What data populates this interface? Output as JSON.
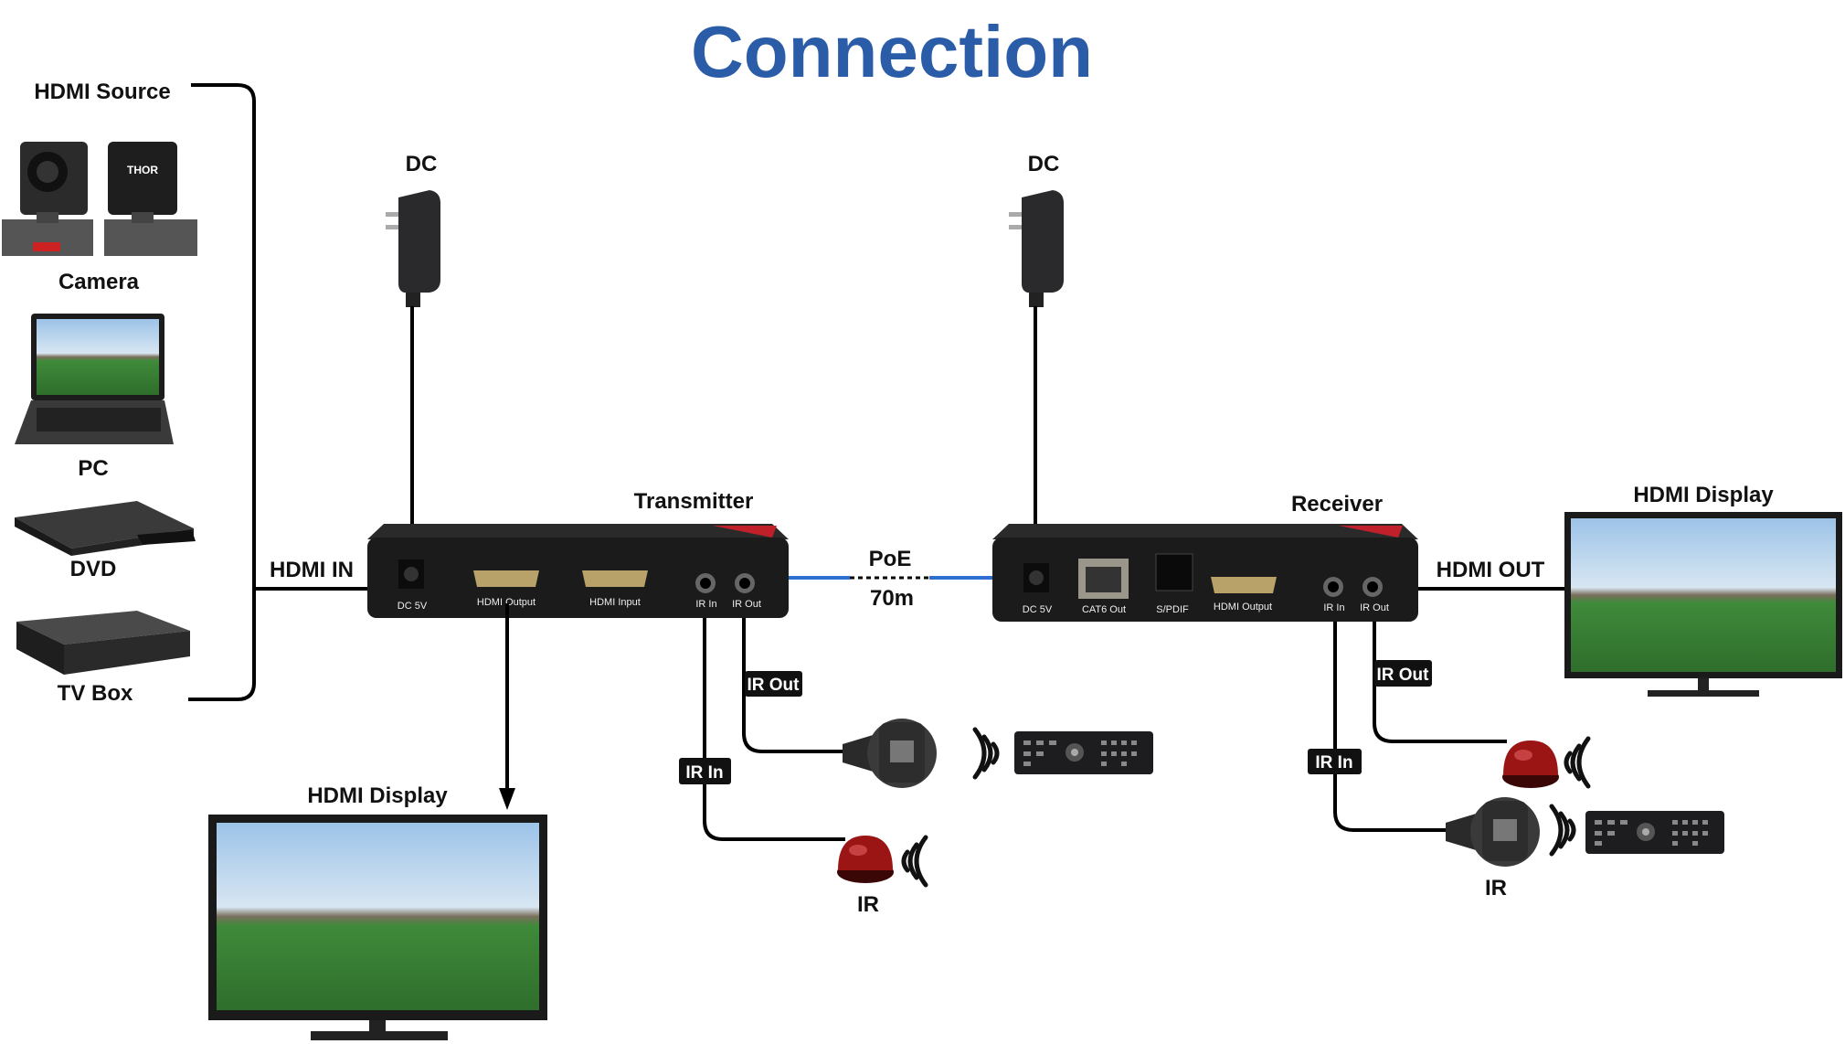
{
  "title": "Connection",
  "sources": {
    "group_label": "HDMI Source",
    "items": [
      {
        "label": "Camera"
      },
      {
        "label": "PC"
      },
      {
        "label": "DVD"
      },
      {
        "label": "TV Box"
      }
    ],
    "camera_brand": "THOR"
  },
  "connections": {
    "hdmi_in": "HDMI IN",
    "hdmi_out": "HDMI OUT",
    "poe": "PoE",
    "distance": "70m",
    "dc_left": "DC",
    "dc_right": "DC"
  },
  "transmitter": {
    "label": "Transmitter",
    "ports": [
      "DC 5V",
      "HDMI Output",
      "HDMI Input",
      "IR In",
      "IR Out"
    ],
    "ir_in_tag": "IR In",
    "ir_out_tag": "IR Out",
    "ir_label": "IR"
  },
  "receiver": {
    "label": "Receiver",
    "ports": [
      "DC 5V",
      "CAT6 Out",
      "S/PDIF",
      "HDMI Output",
      "IR In",
      "IR Out"
    ],
    "ir_in_tag": "IR In",
    "ir_out_tag": "IR Out",
    "ir_label": "IR"
  },
  "displays": {
    "right_label": "HDMI Display",
    "bottom_label": "HDMI Display"
  },
  "colors": {
    "title": "#2b5ca8",
    "poe_cable": "#2f6fd0",
    "ir_receiver": "#8b1010"
  }
}
